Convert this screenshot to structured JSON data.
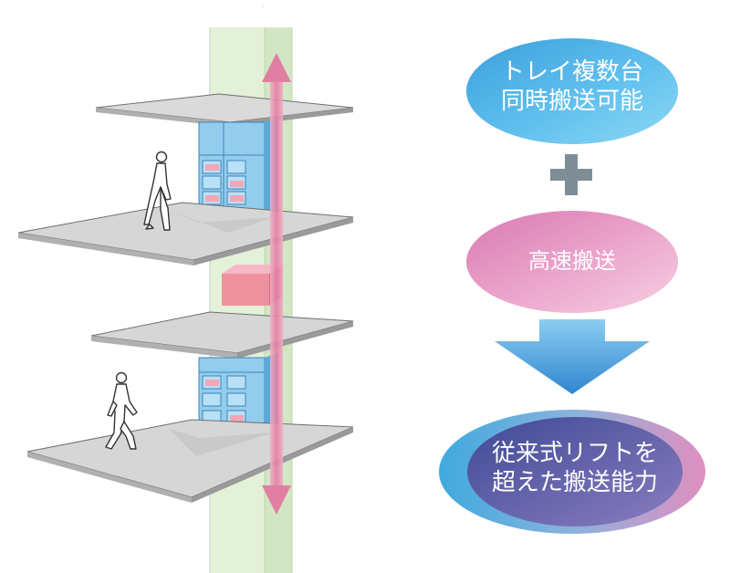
{
  "labels": {
    "bubble_1": {
      "line_1": "トレイ複数台",
      "line_2": "同時搬送可能"
    },
    "bubble_2": {
      "line_1": "高速搬送"
    },
    "bubble_3": {
      "line_1": "従来式リフトを",
      "line_2": "超えた搬送能力"
    }
  },
  "colors": {
    "blue_bubble": "#4fb4e6",
    "pink_bubble": "#e89bc4",
    "purple_bubble": "#5a5aa0",
    "plus_sign": "#7e8c96",
    "arrow_down": "#3a8fd0",
    "shaft_green": "#e3f1d8",
    "floor_gray": "#d6d6d6",
    "storage_blue": "#8cc8ec",
    "tray_pink": "#f3a6b6",
    "cargo_pink": "#ee8a9c",
    "motion_arrow": "#e78aa8"
  },
  "icons": {
    "plus": "plus-icon",
    "arrow": "arrow-down-icon",
    "motion": "double-arrow-vertical-icon",
    "person": "walking-person-icon"
  }
}
